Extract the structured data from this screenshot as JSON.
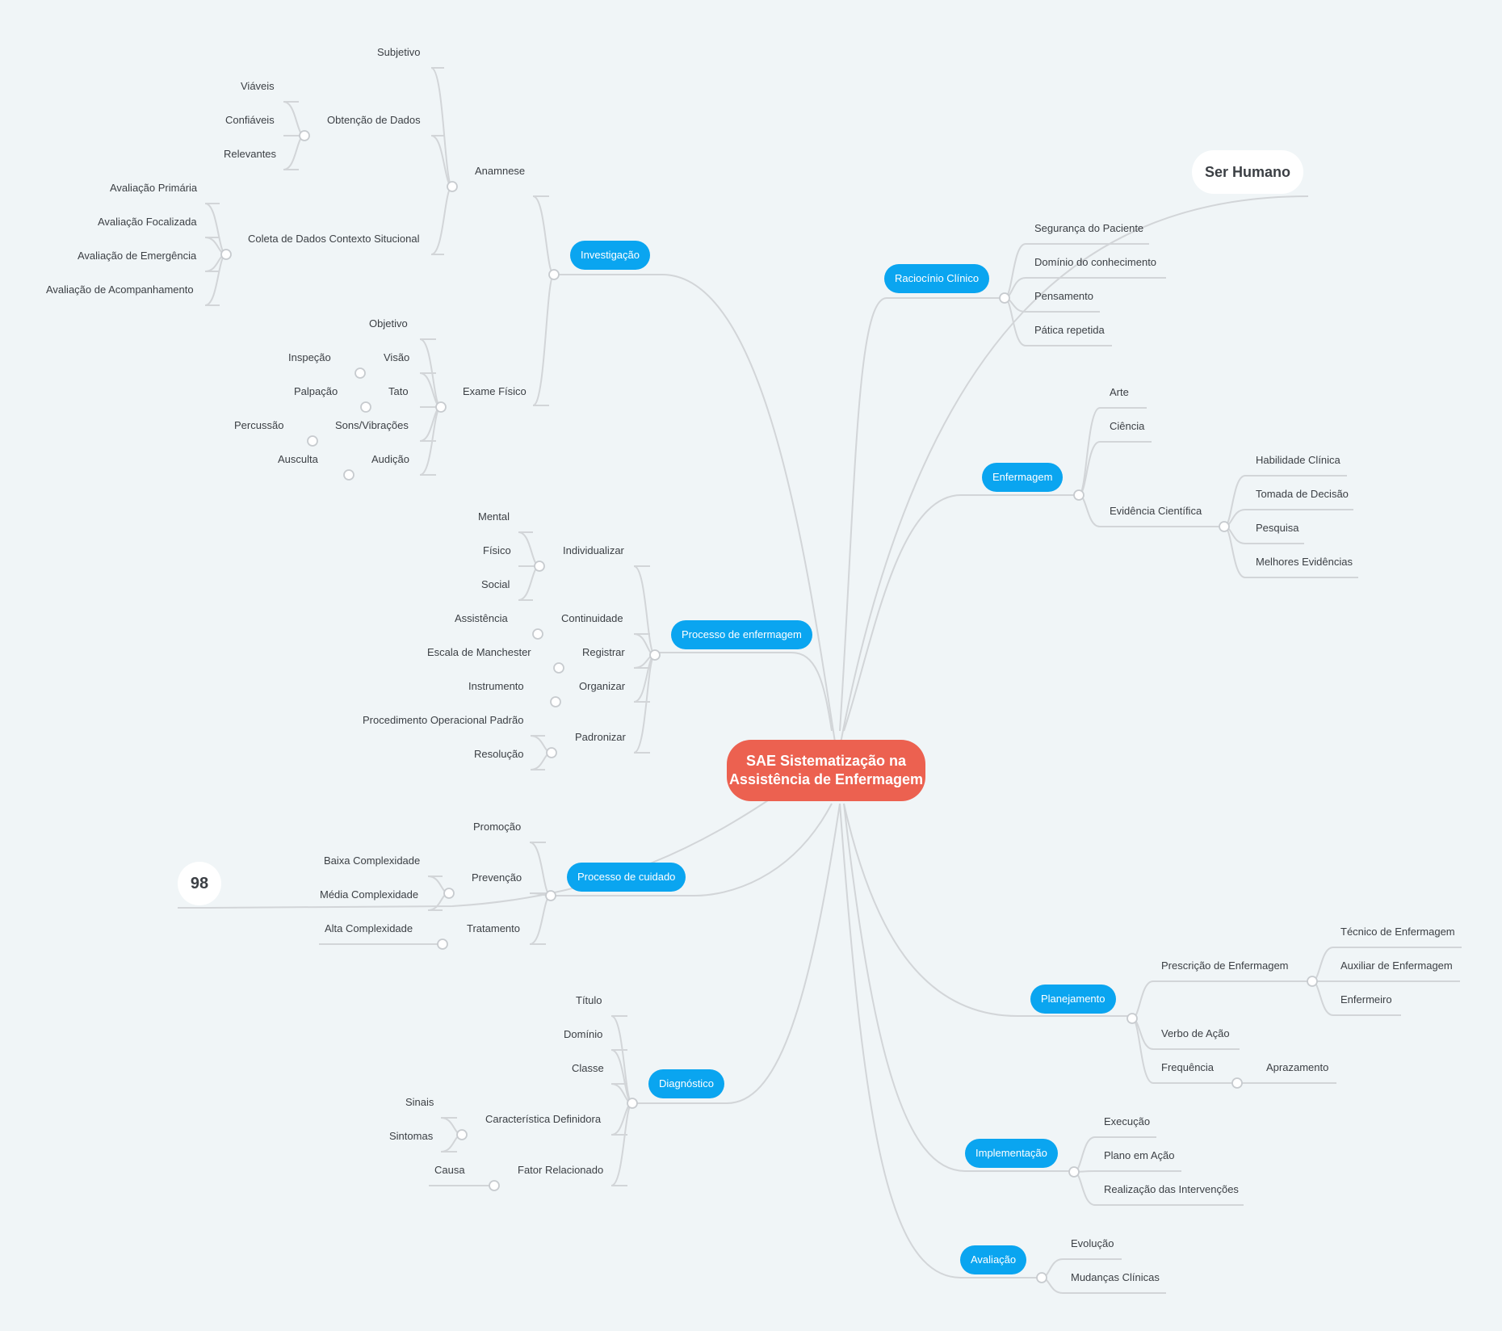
{
  "root": {
    "line1": "SAE Sistematização na",
    "line2": "Assistência de Enfermagem"
  },
  "floating": {
    "ser_humano": "Ser Humano",
    "count": "98"
  },
  "colors": {
    "background": "#f0f5f7",
    "root": "#ec6150",
    "branch": "#0aa5f0",
    "connector": "#d2d5d8"
  },
  "branches": {
    "investigacao": {
      "label": "Investigação",
      "anamnese": {
        "label": "Anamnese",
        "subjetivo": "Subjetivo",
        "obtencao": {
          "label": "Obtenção de Dados",
          "items": [
            "Viáveis",
            "Confiáveis",
            "Relevantes"
          ]
        },
        "coleta": {
          "label": "Coleta de Dados Contexto Situcional",
          "items": [
            "Avaliação Primária",
            "Avaliação Focalizada",
            "Avaliação de Emergência",
            "Avaliação de Acompanhamento"
          ]
        }
      },
      "exame": {
        "label": "Exame Físico",
        "objetivo": "Objetivo",
        "pairs": [
          {
            "sense": "Visão",
            "method": "Inspeção"
          },
          {
            "sense": "Tato",
            "method": "Palpação"
          },
          {
            "sense": "Sons/Vibrações",
            "method": "Percussão"
          },
          {
            "sense": "Audição",
            "method": "Ausculta"
          }
        ]
      }
    },
    "processo_enf": {
      "label": "Processo de enfermagem",
      "individualizar": {
        "label": "Individualizar",
        "items": [
          "Mental",
          "Físico",
          "Social"
        ]
      },
      "continuidade": {
        "label": "Continuidade",
        "item": "Assistência"
      },
      "registrar": {
        "label": "Registrar",
        "item": "Escala de Manchester"
      },
      "organizar": {
        "label": "Organizar",
        "item": "Instrumento"
      },
      "padronizar": {
        "label": "Padronizar",
        "items": [
          "Procedimento Operacional Padrão",
          "Resolução"
        ]
      }
    },
    "processo_cuidado": {
      "label": "Processo de cuidado",
      "promocao": "Promoção",
      "prevencao": {
        "label": "Prevenção",
        "items": [
          "Baixa Complexidade",
          "Média Complexidade"
        ]
      },
      "tratamento": {
        "label": "Tratamento",
        "item": "Alta Complexidade"
      }
    },
    "diagnostico": {
      "label": "Diagnóstico",
      "simple": [
        "Título",
        "Domínio",
        "Classe"
      ],
      "caracteristica": {
        "label": "Característica Definidora",
        "items": [
          "Sinais",
          "Sintomas"
        ]
      },
      "fator": {
        "label": "Fator Relacionado",
        "item": "Causa"
      }
    },
    "raciocinio": {
      "label": "Raciocínio Clínico",
      "items": [
        "Segurança do Paciente",
        "Domínio do conhecimento",
        "Pensamento",
        "Pática repetida"
      ]
    },
    "enfermagem": {
      "label": "Enfermagem",
      "items": [
        "Arte",
        "Ciência"
      ],
      "evidencia": {
        "label": "Evidência Científica",
        "items": [
          "Habilidade Clínica",
          "Tomada de Decisão",
          "Pesquisa",
          "Melhores Evidências"
        ]
      }
    },
    "planejamento": {
      "label": "Planejamento",
      "prescricao": {
        "label": "Prescrição de Enfermagem",
        "items": [
          "Técnico de Enfermagem",
          "Auxiliar de Enfermagem",
          "Enfermeiro"
        ]
      },
      "verbo": "Verbo de Ação",
      "frequencia": {
        "label": "Frequência",
        "item": "Aprazamento"
      }
    },
    "implementacao": {
      "label": "Implementação",
      "items": [
        "Execução",
        "Plano em Ação",
        "Realização das Intervenções"
      ]
    },
    "avaliacao": {
      "label": "Avaliação",
      "items": [
        "Evolução",
        "Mudanças Clínicas"
      ]
    }
  }
}
